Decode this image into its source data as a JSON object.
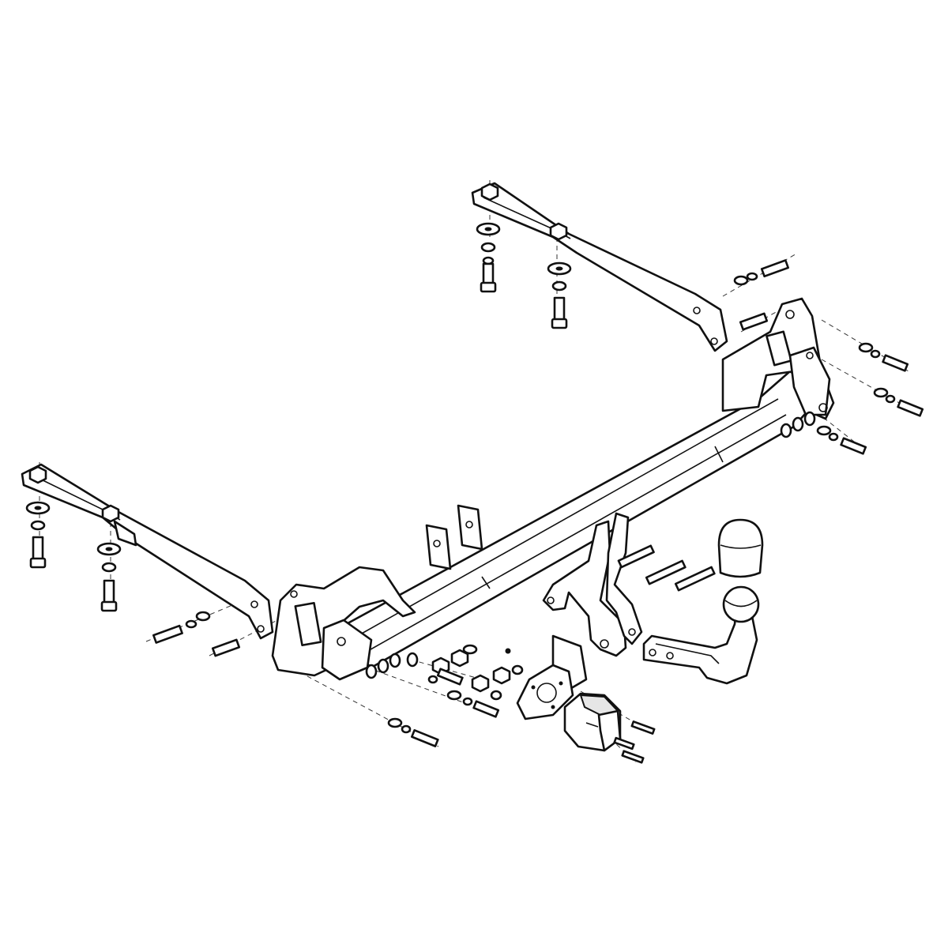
{
  "diagram": {
    "type": "exploded-assembly",
    "subject": "tow-bar",
    "parts": [
      {
        "name": "crossbar-tube"
      },
      {
        "name": "left-mounting-plate"
      },
      {
        "name": "right-mounting-plate"
      },
      {
        "name": "left-extension-arm"
      },
      {
        "name": "right-extension-arm"
      },
      {
        "name": "spacer-plates"
      },
      {
        "name": "center-bracket"
      },
      {
        "name": "tow-ball-neck"
      },
      {
        "name": "tow-ball-cap"
      },
      {
        "name": "socket-bracket"
      },
      {
        "name": "electrical-socket"
      },
      {
        "name": "bolts-nuts-washers"
      }
    ],
    "line_color": "#111111",
    "background": "#ffffff"
  }
}
